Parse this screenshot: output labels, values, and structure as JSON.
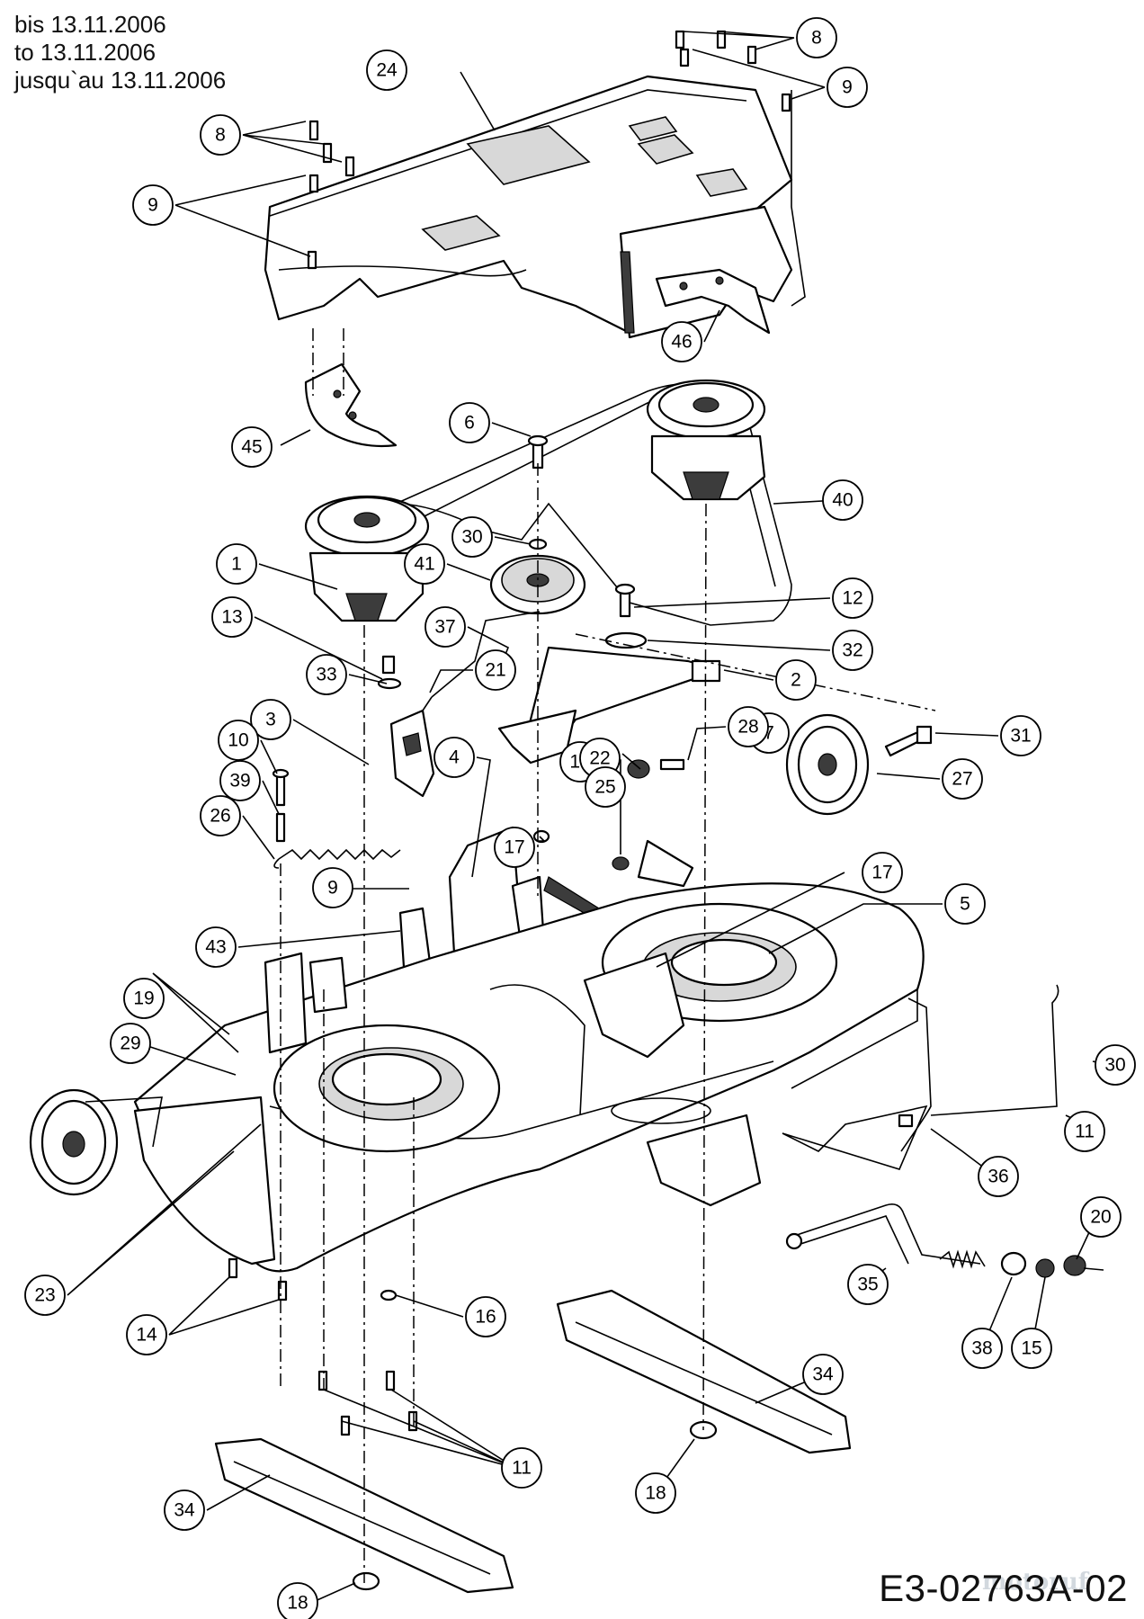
{
  "header": {
    "line1": "bis 13.11.2006",
    "line2": "to 13.11.2006",
    "line3": "jusqu`au 13.11.2006"
  },
  "drawing_code": "E3-02763A-02",
  "watermark": "motoruf",
  "callouts": [
    "1",
    "2",
    "3",
    "4",
    "5",
    "6",
    "7",
    "8",
    "9",
    "10",
    "11",
    "12",
    "13",
    "14",
    "15",
    "16",
    "17",
    "18",
    "19",
    "20",
    "21",
    "22",
    "23",
    "24",
    "25",
    "26",
    "27",
    "28",
    "29",
    "30",
    "31",
    "32",
    "33",
    "34",
    "35",
    "36",
    "37",
    "38",
    "39",
    "40",
    "41",
    "43",
    "45",
    "46"
  ]
}
